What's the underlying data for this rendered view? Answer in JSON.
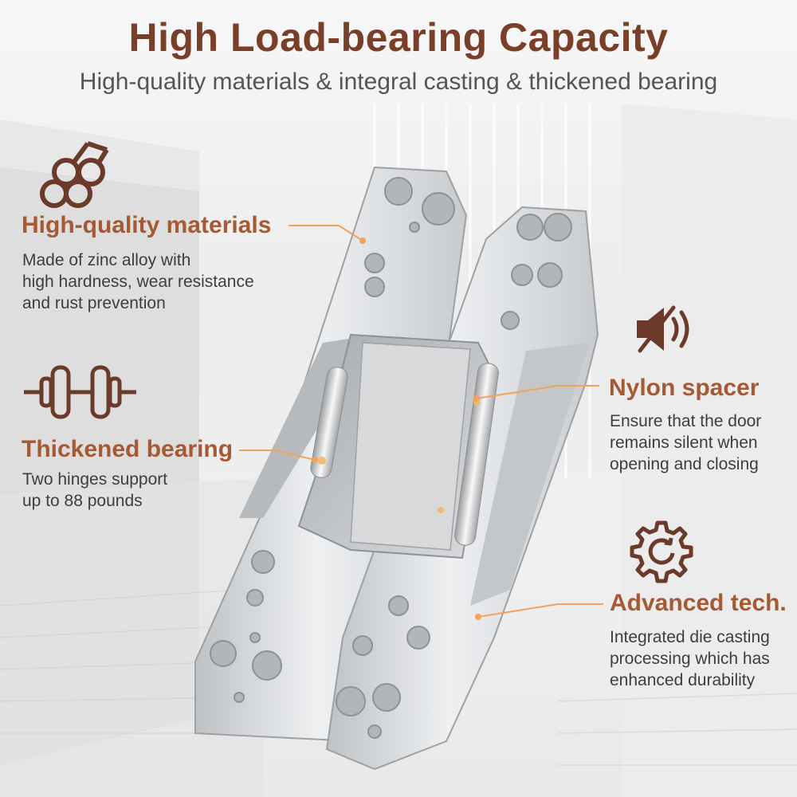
{
  "header": {
    "title": "High Load-bearing Capacity",
    "subtitle": "High-quality materials & integral casting & thickened bearing"
  },
  "features": {
    "materials": {
      "title": "High-quality materials",
      "desc_lines": [
        "Made of zinc alloy with",
        "high hardness, wear resistance",
        "and rust prevention"
      ],
      "icon": "logs-icon"
    },
    "bearing": {
      "title": "Thickened bearing",
      "desc_lines": [
        "Two hinges support",
        "up to 88 pounds"
      ],
      "icon": "dumbbell-icon"
    },
    "spacer": {
      "title": "Nylon spacer",
      "desc_lines": [
        "Ensure that the door",
        "remains silent when",
        "opening and closing"
      ],
      "icon": "mute-speaker-icon"
    },
    "tech": {
      "title": "Advanced tech.",
      "desc_lines": [
        "Integrated die casting",
        "processing which has",
        "enhanced durability"
      ],
      "icon": "gear-icon"
    }
  },
  "colors": {
    "title": "#7a3f28",
    "accent": "#a65a33",
    "leader": "#f0a35a",
    "icon": "#6b3a2a"
  }
}
